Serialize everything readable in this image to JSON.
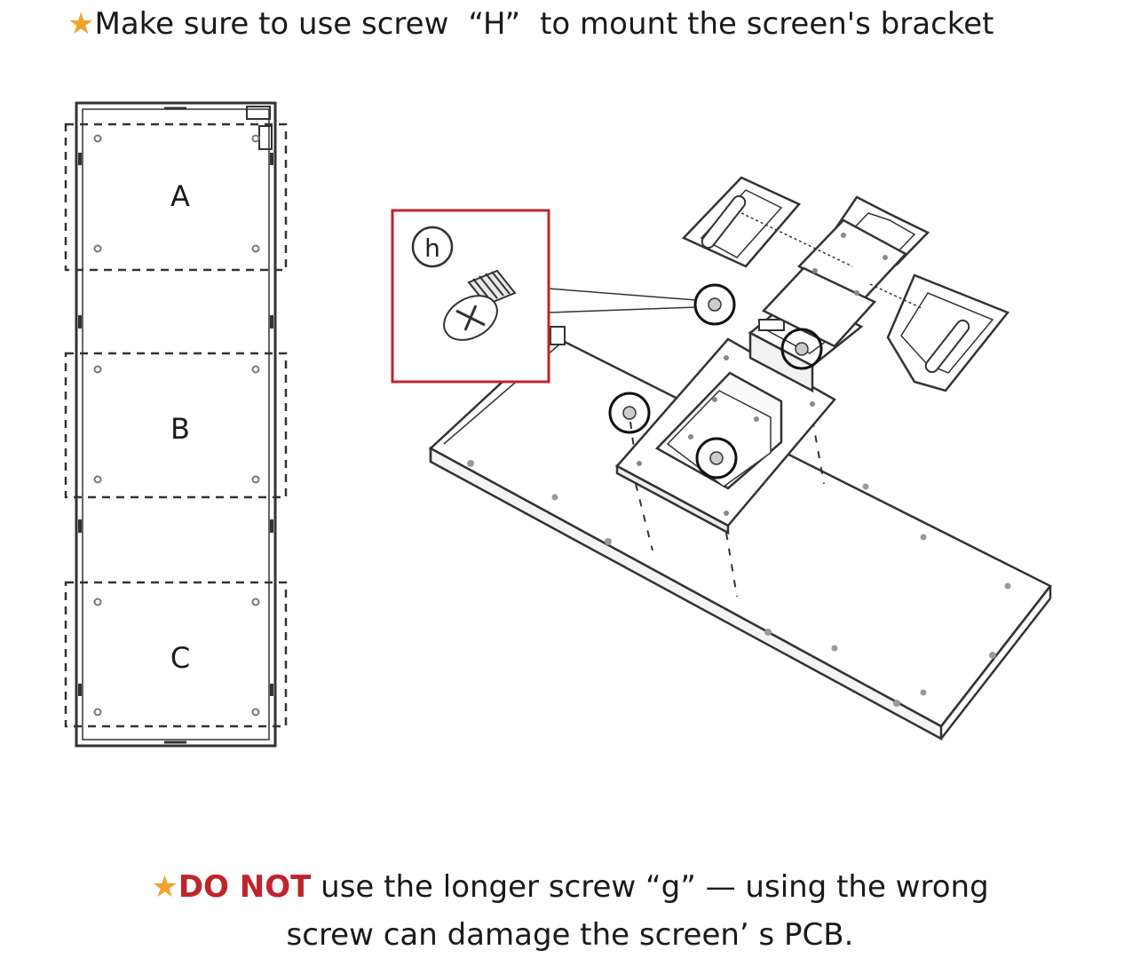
{
  "top_note": {
    "star": "★",
    "before": "Make sure to use screw",
    "screw_name": "“H”",
    "after": "to mount the screen's bracket"
  },
  "panel_labels": [
    "A",
    "B",
    "C"
  ],
  "callout": {
    "letter": "h"
  },
  "bottom_note": {
    "star": "★",
    "warning": "DO NOT",
    "text1": " use the longer screw ",
    "screw_name": "“g”",
    "text2": " — using the wrong",
    "line2": "screw can damage the screen’ s PCB."
  },
  "colors": {
    "star": "#f0a22b",
    "warning": "#c0242b",
    "callout_box": "#c0242b"
  }
}
